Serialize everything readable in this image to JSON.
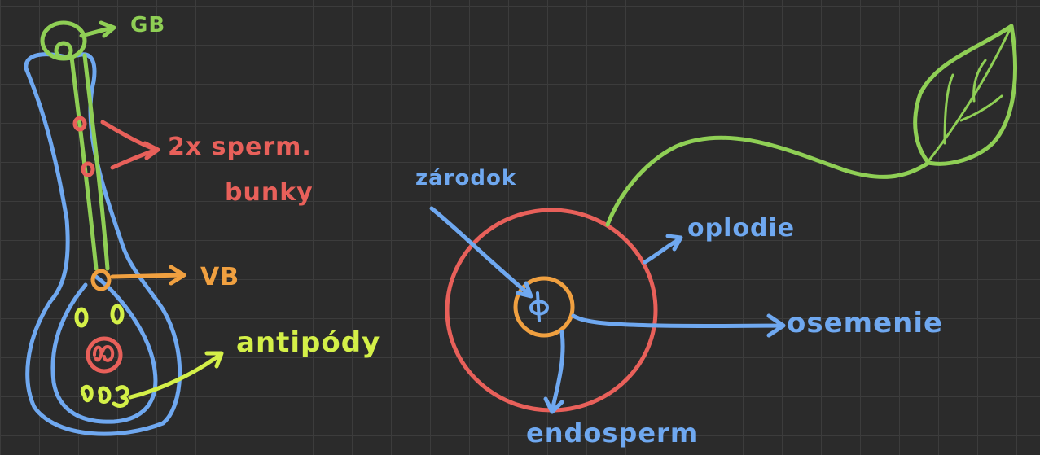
{
  "labels": {
    "gb": "GB",
    "sperm_line1": "2x sperm.",
    "sperm_line2": "bunky",
    "vb": "VB",
    "antipody": "antipódy",
    "zarodok": "zárodok",
    "oplodie": "oplodie",
    "osemenie": "osemenie",
    "endosperm": "endosperm"
  },
  "colors": {
    "background": "#2b2b2b",
    "grid": "#3c3c3c",
    "green": "#8fcf55",
    "red": "#e8605a",
    "orange": "#f0a040",
    "lime": "#d4f048",
    "blue": "#6fa8f0"
  }
}
